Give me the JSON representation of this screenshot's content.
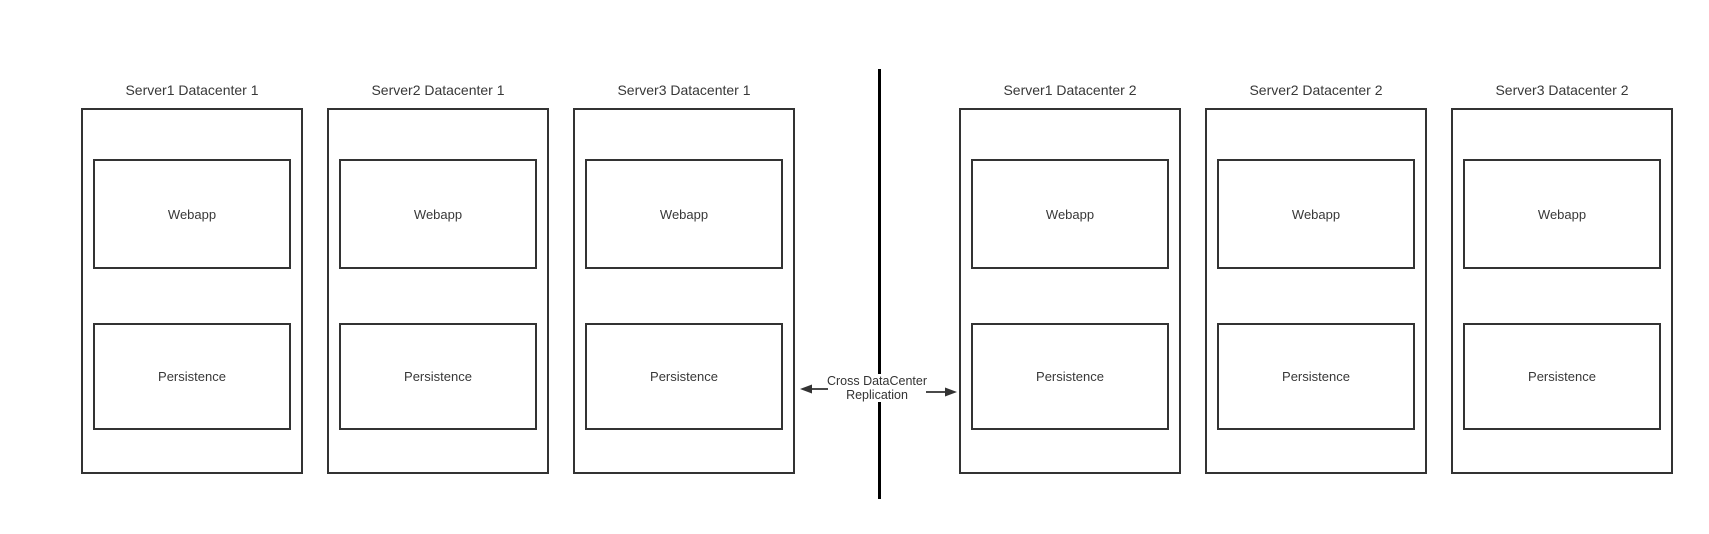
{
  "servers": [
    {
      "title": "Server1 Datacenter 1",
      "webapp": "Webapp",
      "persistence": "Persistence"
    },
    {
      "title": "Server2 Datacenter 1",
      "webapp": "Webapp",
      "persistence": "Persistence"
    },
    {
      "title": "Server3 Datacenter 1",
      "webapp": "Webapp",
      "persistence": "Persistence"
    },
    {
      "title": "Server1 Datacenter 2",
      "webapp": "Webapp",
      "persistence": "Persistence"
    },
    {
      "title": "Server2 Datacenter 2",
      "webapp": "Webapp",
      "persistence": "Persistence"
    },
    {
      "title": "Server3 Datacenter 2",
      "webapp": "Webapp",
      "persistence": "Persistence"
    }
  ],
  "replication": {
    "line1": "Cross DataCenter",
    "line2": "Replication"
  },
  "colors": {
    "box_border": "#333333",
    "divider": "#000000",
    "arrow": "#404040",
    "text": "#333333",
    "background": "#ffffff"
  }
}
